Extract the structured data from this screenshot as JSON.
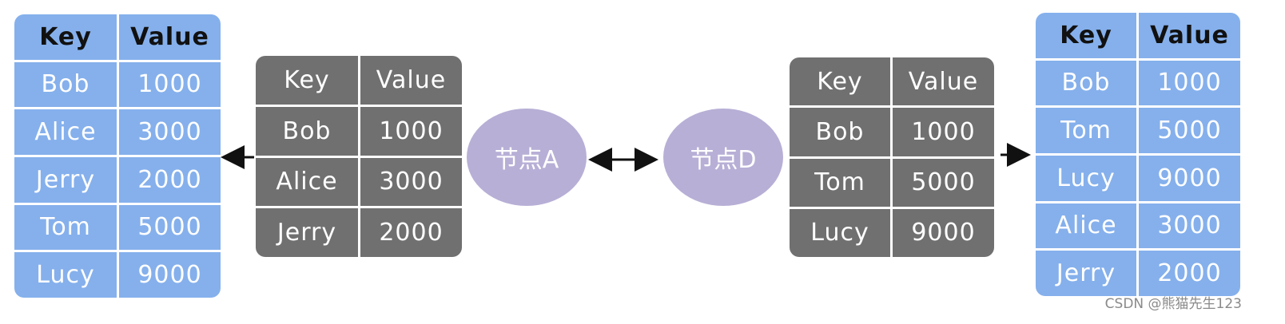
{
  "tables": {
    "left": {
      "header": {
        "key": "Key",
        "value": "Value"
      },
      "rows": [
        {
          "key": "Bob",
          "value": "1000"
        },
        {
          "key": "Alice",
          "value": "3000"
        },
        {
          "key": "Jerry",
          "value": "2000"
        },
        {
          "key": "Tom",
          "value": "5000"
        },
        {
          "key": "Lucy",
          "value": "9000"
        }
      ]
    },
    "node_a": {
      "header": {
        "key": "Key",
        "value": "Value"
      },
      "rows": [
        {
          "key": "Bob",
          "value": "1000"
        },
        {
          "key": "Alice",
          "value": "3000"
        },
        {
          "key": "Jerry",
          "value": "2000"
        }
      ]
    },
    "node_d": {
      "header": {
        "key": "Key",
        "value": "Value"
      },
      "rows": [
        {
          "key": "Bob",
          "value": "1000"
        },
        {
          "key": "Tom",
          "value": "5000"
        },
        {
          "key": "Lucy",
          "value": "9000"
        }
      ]
    },
    "right": {
      "header": {
        "key": "Key",
        "value": "Value"
      },
      "rows": [
        {
          "key": "Bob",
          "value": "1000"
        },
        {
          "key": "Tom",
          "value": "5000"
        },
        {
          "key": "Lucy",
          "value": "9000"
        },
        {
          "key": "Alice",
          "value": "3000"
        },
        {
          "key": "Jerry",
          "value": "2000"
        }
      ]
    }
  },
  "nodes": {
    "a": "节点A",
    "d": "节点D"
  },
  "watermark": "CSDN @熊猫先生123",
  "colors": {
    "blue_table": "#85b0ec",
    "gray_table": "#707070",
    "node": "#b8afd6",
    "arrow": "#111111"
  }
}
